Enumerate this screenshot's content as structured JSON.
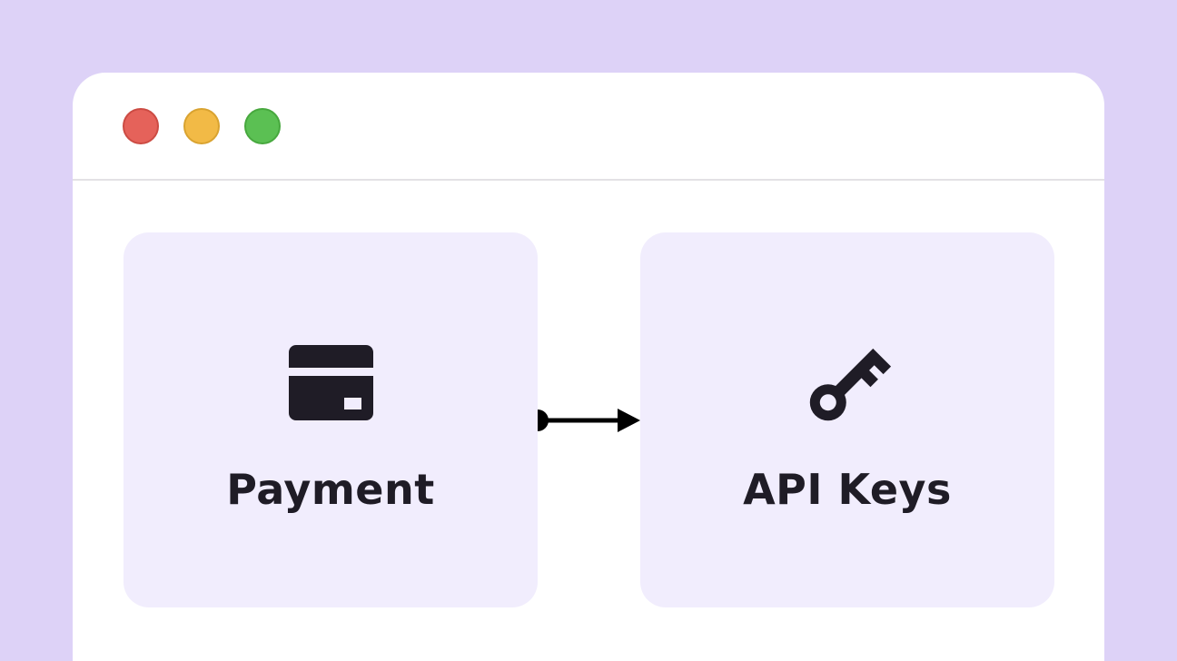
{
  "page": {
    "background_color": "#ddd2f7"
  },
  "window": {
    "background_color": "#ffffff",
    "divider_color": "#e3e1e5",
    "traffic_lights": [
      {
        "name": "close",
        "color": "#e5625a",
        "border_color": "#cc4b43"
      },
      {
        "name": "minimize",
        "color": "#f2ba46",
        "border_color": "#d9a330"
      },
      {
        "name": "maximize",
        "color": "#5bc053",
        "border_color": "#47a83e"
      }
    ]
  },
  "diagram": {
    "node_background_color": "#f1edfd",
    "text_color": "#1f1c26",
    "arrow_color": "#000000",
    "nodes": [
      {
        "id": "payment",
        "label": "Payment",
        "icon": "credit-card-icon"
      },
      {
        "id": "api_keys",
        "label": "API Keys",
        "icon": "key-icon"
      }
    ],
    "edges": [
      {
        "from": "payment",
        "to": "api_keys",
        "style": "arrow-right"
      }
    ]
  }
}
